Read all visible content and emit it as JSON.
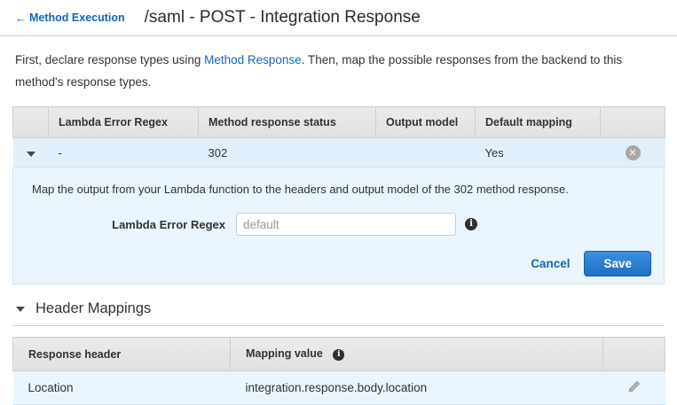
{
  "header": {
    "back_label": "Method Execution",
    "back_arrow": "←",
    "title": "/saml - POST - Integration Response"
  },
  "intro": {
    "text_before": "First, declare response types using ",
    "link_label": "Method Response",
    "text_after": ". Then, map the possible responses from the backend to this method's response types."
  },
  "responses_table": {
    "columns": [
      "",
      "Lambda Error Regex",
      "Method response status",
      "Output model",
      "Default mapping",
      ""
    ],
    "rows": [
      {
        "caret": "expanded",
        "lambda_error_regex": "-",
        "method_response_status": "302",
        "output_model": "",
        "default_mapping": "Yes",
        "delete_icon": "close-circle-icon"
      }
    ]
  },
  "expanded_panel": {
    "description": "Map the output from your Lambda function to the headers and output model of the 302 method response.",
    "field_label": "Lambda Error Regex",
    "field_value": "",
    "field_placeholder": "default",
    "info_icon": "i",
    "cancel_label": "Cancel",
    "save_label": "Save"
  },
  "header_mappings": {
    "section_title": "Header Mappings",
    "columns": [
      "Response header",
      "Mapping value",
      ""
    ],
    "info_icon": "i",
    "rows": [
      {
        "response_header": "Location",
        "mapping_value": "integration.response.body.location",
        "edit_icon": "pencil-icon"
      }
    ]
  },
  "colors": {
    "link": "#1166bb",
    "primary_button": "#1f6fc4",
    "row_highlight": "#e2f0fb",
    "panel_bg": "#eaf5fd"
  }
}
